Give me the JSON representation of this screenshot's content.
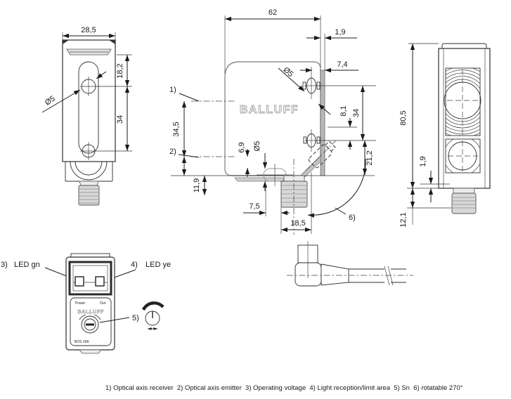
{
  "brand": "BALLUFF",
  "footnote": "1) Optical axis receiver  2) Optical axis emitter  3) Operating voltage  4) Light reception/limit area  5) Sn  6) rotatable 270°",
  "side_view": {
    "width": "28,5",
    "hole_dia": "Ø5",
    "top_to_hole": "18,2",
    "hole_spacing": "34"
  },
  "main_view": {
    "width": "62",
    "plate_thk": "1,9",
    "screw_to_face": "7,4",
    "screw_dia": "Ø5",
    "label_receiver": "1)",
    "label_emitter": "2)",
    "label_rotate": "6)",
    "axis_spacing": "34,5",
    "screw_to_axis": "8,1",
    "screw_spacing": "34",
    "lower_height": "21,2",
    "axis_to_base": "6,9",
    "slot_dia": "Ø5",
    "base_height": "11,9",
    "slot_offset": "7,5",
    "conn_offset": "18,5"
  },
  "front_view": {
    "height": "80,5",
    "bezel": "1,9",
    "conn_len": "12,1"
  },
  "panel_view": {
    "label_3": "3)",
    "led_green": "LED gn",
    "label_4": "4)",
    "led_yellow": "LED ye",
    "label_5": "5)",
    "power": "Power",
    "out": "Out",
    "brand": "BALLUFF",
    "model": "BOS 26K"
  }
}
